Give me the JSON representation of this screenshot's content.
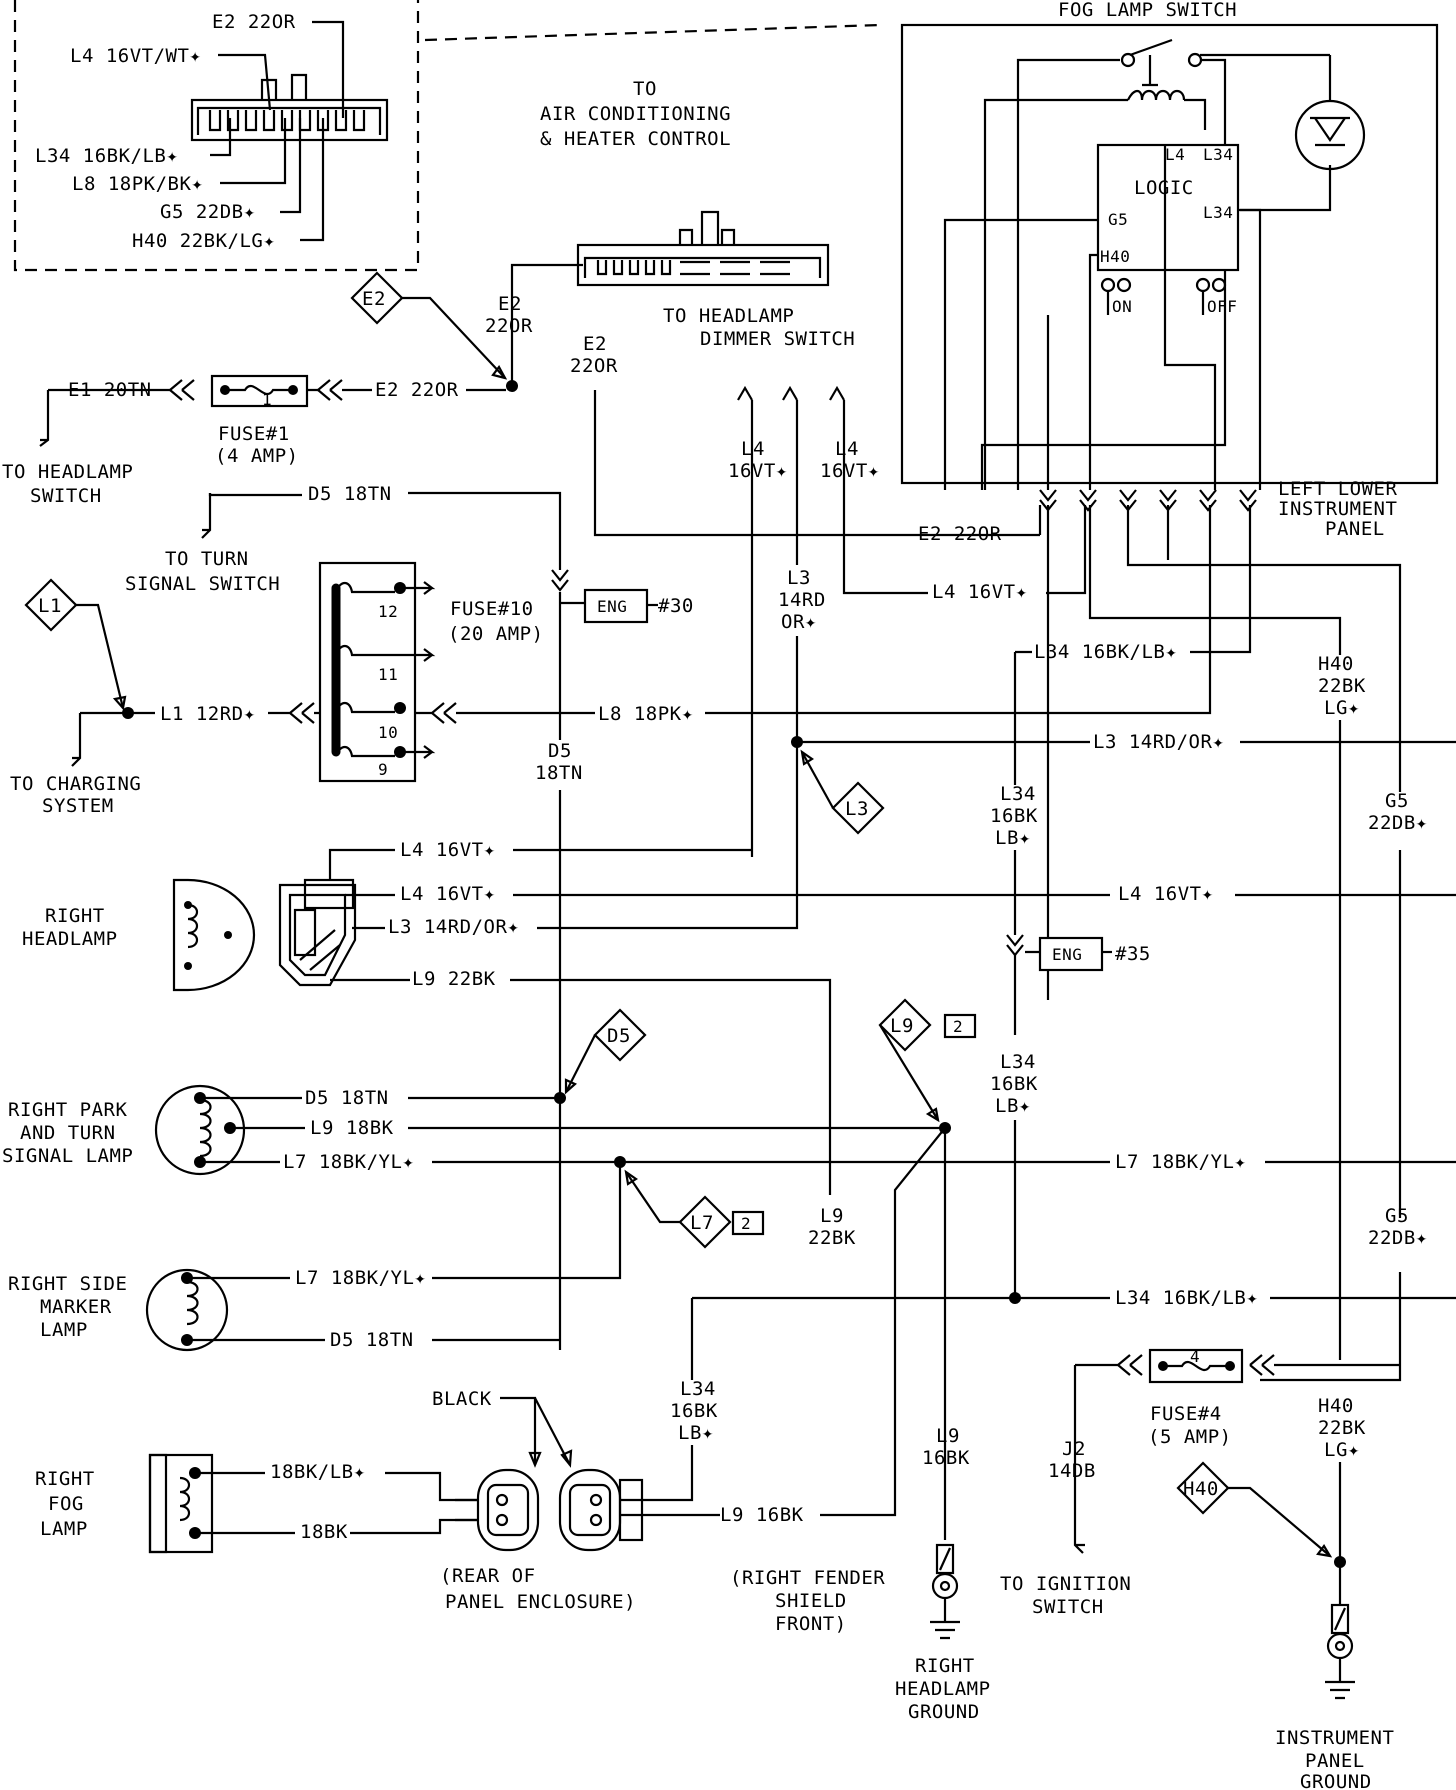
{
  "top_left_connector": {
    "e2_22or": "E2 22OR",
    "l4_16vtwt": "L4 16VT/WT✦",
    "l34_16bklb": "L34 16BK/LB✦",
    "l8_18pkbk": "L8 18PK/BK✦",
    "g5_22db": "G5 22DB✦",
    "h40_22bklg": "H40 22BK/LG✦"
  },
  "ac_heater": {
    "l1": "TO",
    "l2": "AIR CONDITIONING",
    "l3": "& HEATER CONTROL"
  },
  "fog_lamp_switch": {
    "title": "FOG LAMP SWITCH",
    "logic": "LOGIC",
    "l4": "L4",
    "l34a": "L34",
    "l34b": "L34",
    "g5": "G5",
    "h40": "H40",
    "on": "ON",
    "off": "OFF"
  },
  "left_lower_panel": {
    "l1": "LEFT LOWER",
    "l2": "INSTRUMENT",
    "l3": "PANEL"
  },
  "e2_diamond": "E2",
  "e2_label_a": {
    "l1": "E2",
    "l2": "22OR"
  },
  "e2_label_b": {
    "l1": "E2",
    "l2": "22OR"
  },
  "e2_bottom": "E2 22OR",
  "headlamp_dimmer": {
    "l1": "TO HEADLAMP",
    "l2": "DIMMER SWITCH"
  },
  "fuse1": {
    "in_wire": "E1 20TN",
    "out_wire": "E2 22OR",
    "num": "1",
    "name": "FUSE#1",
    "rating": "(4 AMP)",
    "dest_l1": "TO HEADLAMP",
    "dest_l2": "SWITCH"
  },
  "d5_top": "D5 18TN",
  "turn_signal": {
    "l1": "TO TURN",
    "l2": "SIGNAL SWITCH"
  },
  "fuse10": {
    "name": "FUSE#10",
    "rating": "(20 AMP)",
    "t12": "12",
    "t11": "11",
    "t10": "10",
    "t9": "9",
    "eng": "ENG",
    "eng_num": "#30"
  },
  "l4_vert_a": {
    "l1": "L4",
    "l2": "16VT✦"
  },
  "l4_vert_b": {
    "l1": "L4",
    "l2": "16VT✦"
  },
  "l3_vert": {
    "l1": "L3",
    "l2": "14RD",
    "l3": "OR✦"
  },
  "l4_16vt_mid": "L4 16VT✦",
  "l34_top": "L34 16BK/LB✦",
  "h40_vert_top": {
    "l1": "H40",
    "l2": "22BK",
    "l3": "LG✦"
  },
  "l1_diamond": "L1",
  "l1_wire": "L1 12RD✦",
  "charging": {
    "l1": "TO CHARGING",
    "l2": "SYSTEM"
  },
  "l8_wire": "L8 18PK✦",
  "l3_wire_right": "L3 14RD/OR✦",
  "l3_diamond": "L3",
  "d5_vert": {
    "l1": "D5",
    "l2": "18TN"
  },
  "l34_vert_a": {
    "l1": "L34",
    "l2": "16BK",
    "l3": "LB✦"
  },
  "g5_vert_a": {
    "l1": "G5",
    "l2": "22DB✦"
  },
  "right_headlamp": {
    "l1": "RIGHT",
    "l2": "HEADLAMP"
  },
  "hl_wires": {
    "l4a": "L4 16VT✦",
    "l4b": "L4 16VT✦",
    "l3": "L3 14RD/OR✦",
    "l9": "L9 22BK"
  },
  "l4_right": "L4 16VT✦",
  "eng35": {
    "eng": "ENG",
    "num": "#35"
  },
  "d5_diamond": "D5",
  "l9_diamond": {
    "name": "L9",
    "num": "2"
  },
  "l34_vert_b": {
    "l1": "L34",
    "l2": "16BK",
    "l3": "LB✦"
  },
  "park_turn": {
    "l1": "RIGHT PARK",
    "l2": "AND TURN",
    "l3": "SIGNAL LAMP",
    "d5": "D5 18TN",
    "l9": "L9 18BK",
    "l7": "L7 18BK/YL✦"
  },
  "l7_right": "L7 18BK/YL✦",
  "l7_diamond": {
    "name": "L7",
    "num": "2"
  },
  "l9_vert_a": {
    "l1": "L9",
    "l2": "22BK"
  },
  "g5_vert_b": {
    "l1": "G5",
    "l2": "22DB✦"
  },
  "side_marker": {
    "l1": "RIGHT SIDE",
    "l2": "MARKER",
    "l3": "LAMP",
    "l7": "L7 18BK/YL✦",
    "d5": "D5 18TN"
  },
  "l34_right": "L34 16BK/LB✦",
  "fuse4": {
    "num": "4",
    "name": "FUSE#4",
    "rating": "(5 AMP)",
    "j2_l1": "J2",
    "j2_l2": "14DB",
    "dest_l1": "TO IGNITION",
    "dest_l2": "SWITCH"
  },
  "h40_vert_bot": {
    "l1": "H40",
    "l2": "22BK",
    "l3": "LG✦"
  },
  "black_label": "BLACK",
  "l34_vert_c": {
    "l1": "L34",
    "l2": "16BK",
    "l3": "LB✦"
  },
  "l9_vert_b": {
    "l1": "L9",
    "l2": "16BK"
  },
  "fog_lamp": {
    "l1": "RIGHT",
    "l2": "FOG",
    "l3": "LAMP",
    "w1": "18BK/LB✦",
    "w2": "18BK"
  },
  "l9_16bk": "L9 16BK",
  "panel_enclosure": {
    "l1": "(REAR OF",
    "l2": "PANEL ENCLOSURE)"
  },
  "fender": {
    "l1": "(RIGHT FENDER",
    "l2": "SHIELD",
    "l3": "FRONT)"
  },
  "hl_ground": {
    "l1": "RIGHT",
    "l2": "HEADLAMP",
    "l3": "GROUND"
  },
  "h40_diamond": "H40",
  "ip_ground": {
    "l1": "INSTRUMENT",
    "l2": "PANEL",
    "l3": "GROUND"
  }
}
